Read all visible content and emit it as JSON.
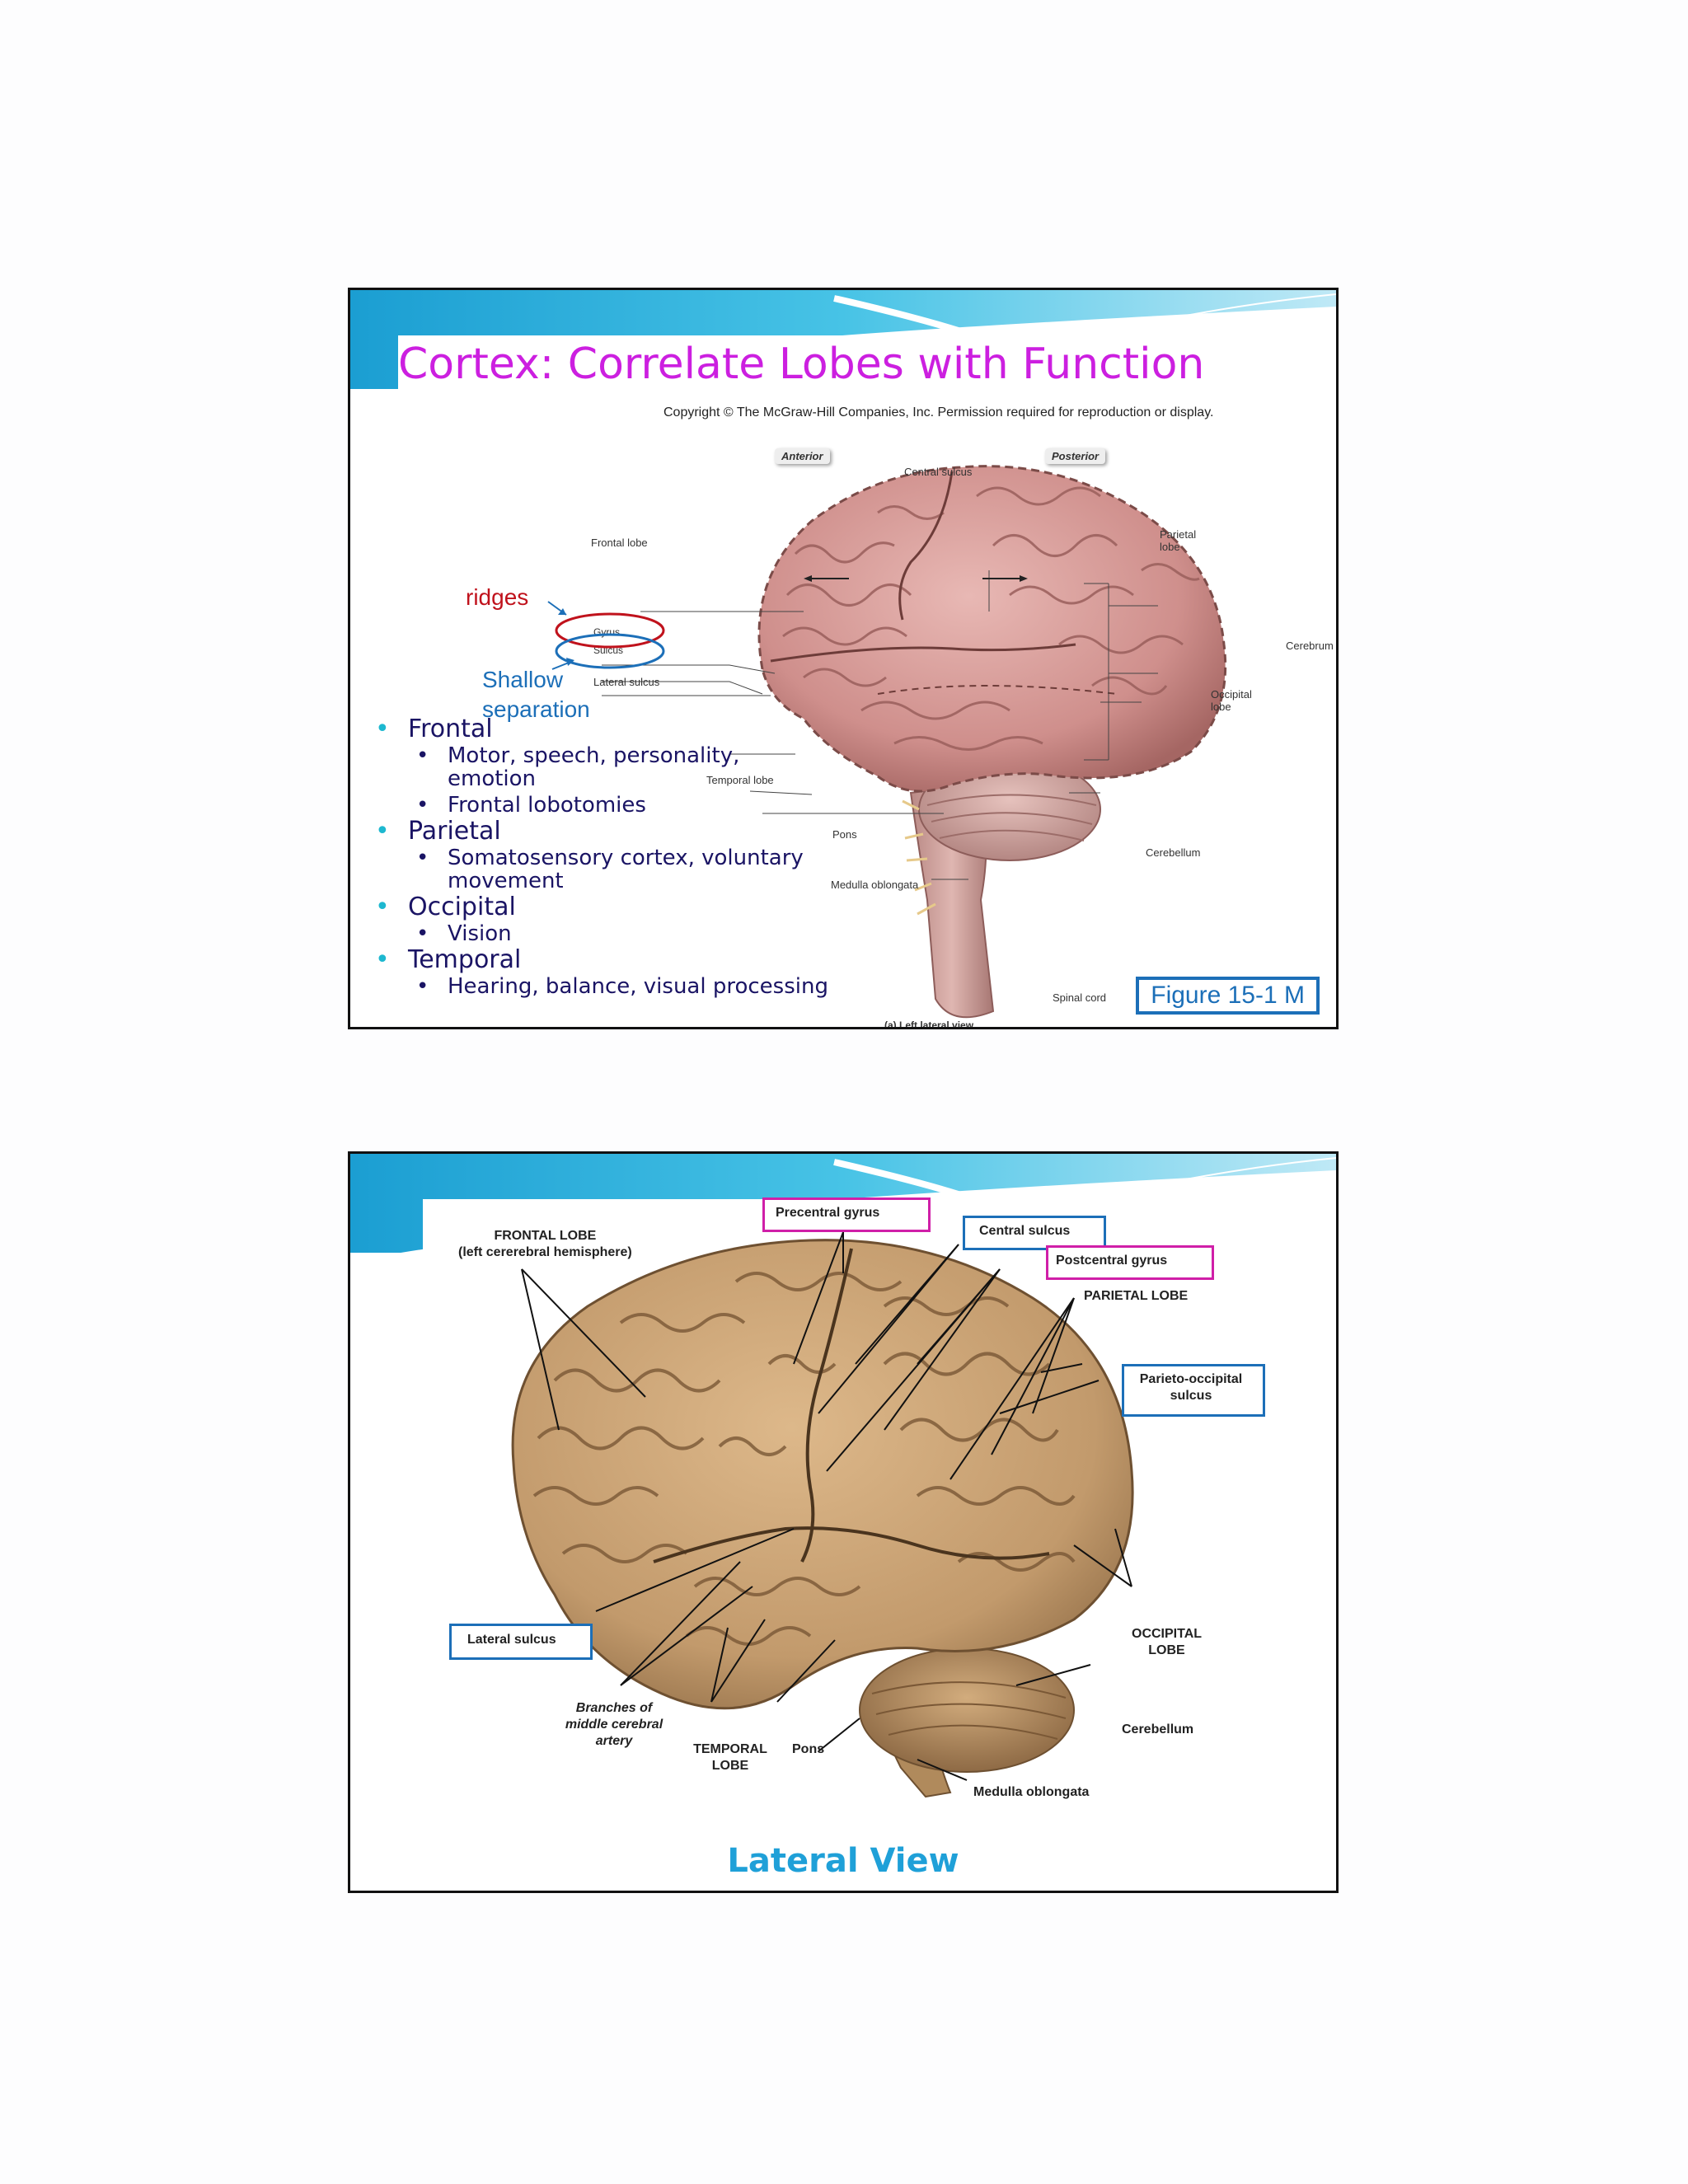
{
  "slide1": {
    "title": "Cortex:  Correlate Lobes with Function",
    "copyright": "Copyright © The McGraw-Hill Companies, Inc. Permission required for reproduction or display.",
    "labels": {
      "anterior": "Anterior",
      "posterior": "Posterior",
      "central_sulcus": "Central sulcus",
      "frontal_lobe": "Frontal lobe",
      "parietal_lobe_1": "Parietal",
      "parietal_lobe_2": "lobe",
      "gyrus": "Gyrus",
      "sulcus": "Sulcus",
      "lateral_sulcus": "Lateral sulcus",
      "cerebrum": "Cerebrum",
      "occipital_lobe_1": "Occipital",
      "occipital_lobe_2": "lobe",
      "temporal_lobe": "Temporal lobe",
      "pons": "Pons",
      "cerebellum": "Cerebellum",
      "medulla": "Medulla oblongata",
      "spinal_cord": "Spinal cord",
      "caption": "(a) Left lateral view"
    },
    "notes": {
      "ridges": "ridges",
      "shallow": "Shallow",
      "separation": "separation"
    },
    "bullets": {
      "frontal": "Frontal",
      "frontal_1a": "Motor, speech, personality,",
      "frontal_1b": "emotion",
      "frontal_2": "Frontal lobotomies",
      "parietal": "Parietal",
      "parietal_1a": "Somatosensory cortex, voluntary",
      "parietal_1b": "movement",
      "occipital": "Occipital",
      "occipital_1": "Vision",
      "temporal": "Temporal",
      "temporal_1": "Hearing, balance, visual processing"
    },
    "figure_ref": "Figure 15-1 M"
  },
  "slide2": {
    "labels": {
      "frontal_lobe_1": "FRONTAL LOBE",
      "frontal_lobe_2": "(left  cererebral hemisphere)",
      "precentral_gyrus": "Precentral gyrus",
      "central_sulcus": "Central sulcus",
      "postcentral_gyrus": "Postcentral gyrus",
      "parietal_lobe": "PARIETAL LOBE",
      "parieto_occipital_1": "Parieto-occipital",
      "parieto_occipital_2": "sulcus",
      "lateral_sulcus": "Lateral sulcus",
      "occipital_lobe_1": "OCCIPITAL",
      "occipital_lobe_2": "LOBE",
      "branches_1": "Branches of",
      "branches_2": "middle cerebral",
      "branches_3": "artery",
      "temporal_lobe_1": "TEMPORAL",
      "temporal_lobe_2": "LOBE",
      "pons": "Pons",
      "cerebellum": "Cerebellum",
      "medulla": "Medulla oblongata"
    },
    "title": "Lateral View"
  },
  "colors": {
    "title_magenta": "#cc1fe0",
    "bullet_navy": "#1a1464",
    "bullet_cyan": "#1db8d0",
    "note_red": "#c0121c",
    "accent_blue": "#1c6fb8",
    "box_magenta": "#d01fa8",
    "lateral_view_blue": "#1fa0d8"
  }
}
